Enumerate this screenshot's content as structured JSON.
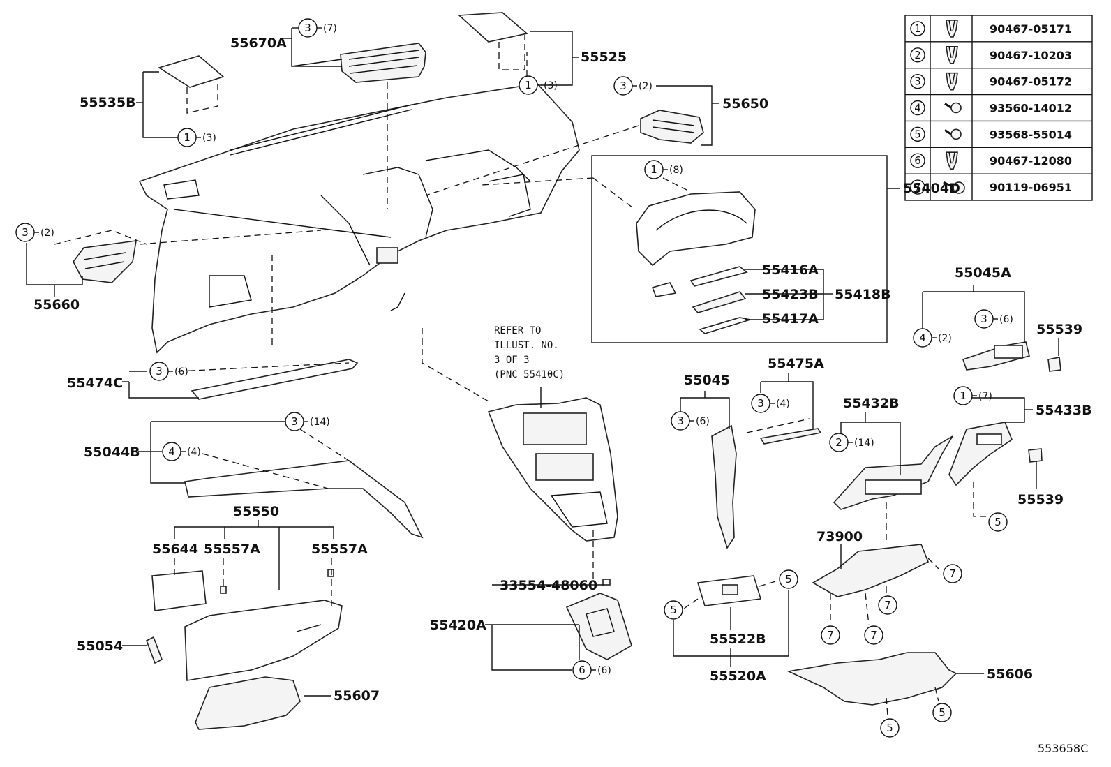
{
  "fastener_table": [
    {
      "num": "1",
      "icon": "clip-icon",
      "part": "90467-05171"
    },
    {
      "num": "2",
      "icon": "clip-icon",
      "part": "90467-10203"
    },
    {
      "num": "3",
      "icon": "clip-icon",
      "part": "90467-05172"
    },
    {
      "num": "4",
      "icon": "screw-icon",
      "part": "93560-14012"
    },
    {
      "num": "5",
      "icon": "screw-icon",
      "part": "93568-55014"
    },
    {
      "num": "6",
      "icon": "clip-icon",
      "part": "90467-12080"
    },
    {
      "num": "7",
      "icon": "bolt-icon",
      "part": "90119-06951"
    }
  ],
  "labels": {
    "p55670A": "55670A",
    "p55525": "55525",
    "p55535B": "55535B",
    "p55650": "55650",
    "p55660": "55660",
    "p55404D": "55404D",
    "p55416A": "55416A",
    "p55423B": "55423B",
    "p55418B": "55418B",
    "p55417A": "55417A",
    "p55045A": "55045A",
    "p55539a": "55539",
    "p55474C": "55474C",
    "p55044B": "55044B",
    "p55045": "55045",
    "p55475A": "55475A",
    "p55432B": "55432B",
    "p55433B": "55433B",
    "p55539b": "55539",
    "p55550": "55550",
    "p55644": "55644",
    "p55557A1": "55557A",
    "p55557A2": "55557A",
    "p55054": "55054",
    "p55607": "55607",
    "p33554": "33554-48060",
    "p55420A": "55420A",
    "p55522B": "55522B",
    "p55520A": "55520A",
    "p73900": "73900",
    "p55606": "55606",
    "doc_id": "553658C"
  },
  "refer_note": [
    "REFER TO",
    "ILLUST. NO.",
    "3 OF 3",
    "(PNC 55410C)"
  ],
  "callouts": {
    "c1": {
      "num": "3",
      "qty": "(7)"
    },
    "c2": {
      "num": "1",
      "qty": "(3)"
    },
    "c3": {
      "num": "1",
      "qty": "(3)"
    },
    "c4": {
      "num": "3",
      "qty": "(2)"
    },
    "c5": {
      "num": "3",
      "qty": "(2)"
    },
    "c6": {
      "num": "1",
      "qty": "(8)"
    },
    "c7": {
      "num": "3",
      "qty": "(6)"
    },
    "c8": {
      "num": "4",
      "qty": "(2)"
    },
    "c9": {
      "num": "3",
      "qty": "(6)"
    },
    "c10": {
      "num": "3",
      "qty": "(14)"
    },
    "c11": {
      "num": "4",
      "qty": "(4)"
    },
    "c12": {
      "num": "3",
      "qty": "(6)"
    },
    "c13": {
      "num": "3",
      "qty": "(4)"
    },
    "c14": {
      "num": "2",
      "qty": "(14)"
    },
    "c15": {
      "num": "1",
      "qty": "(7)"
    },
    "c16": {
      "num": "6",
      "qty": "(6)"
    },
    "c17": {
      "num": "5",
      "qty": ""
    },
    "c18": {
      "num": "5",
      "qty": ""
    },
    "c19": {
      "num": "5",
      "qty": ""
    },
    "c20": {
      "num": "7",
      "qty": ""
    },
    "c21": {
      "num": "7",
      "qty": ""
    },
    "c22": {
      "num": "7",
      "qty": ""
    },
    "c23": {
      "num": "7",
      "qty": ""
    },
    "c24": {
      "num": "5",
      "qty": ""
    },
    "c25": {
      "num": "5",
      "qty": ""
    }
  }
}
